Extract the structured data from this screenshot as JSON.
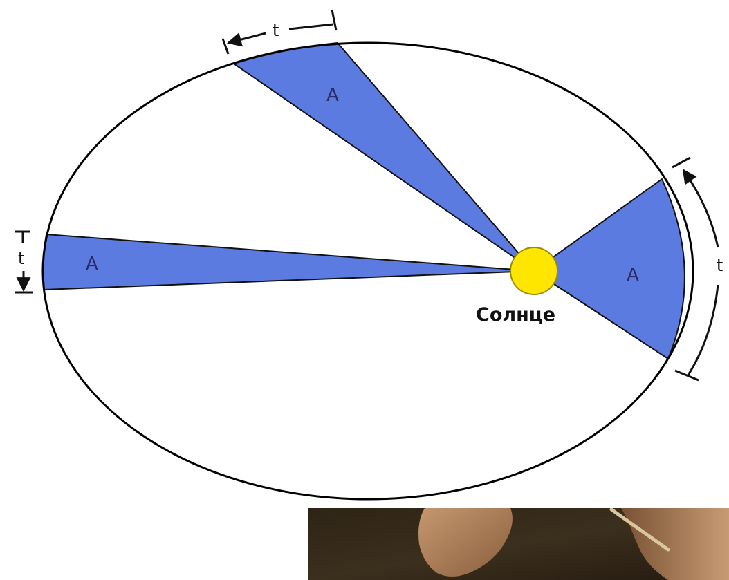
{
  "diagram": {
    "sector_label": "A",
    "time_label": "t",
    "sun_label": "Солнце",
    "colors": {
      "orbit": "#000000",
      "sector": "#5b7be0",
      "sun_fill": "#ffe600",
      "sun_stroke": "#9a8a00"
    }
  }
}
